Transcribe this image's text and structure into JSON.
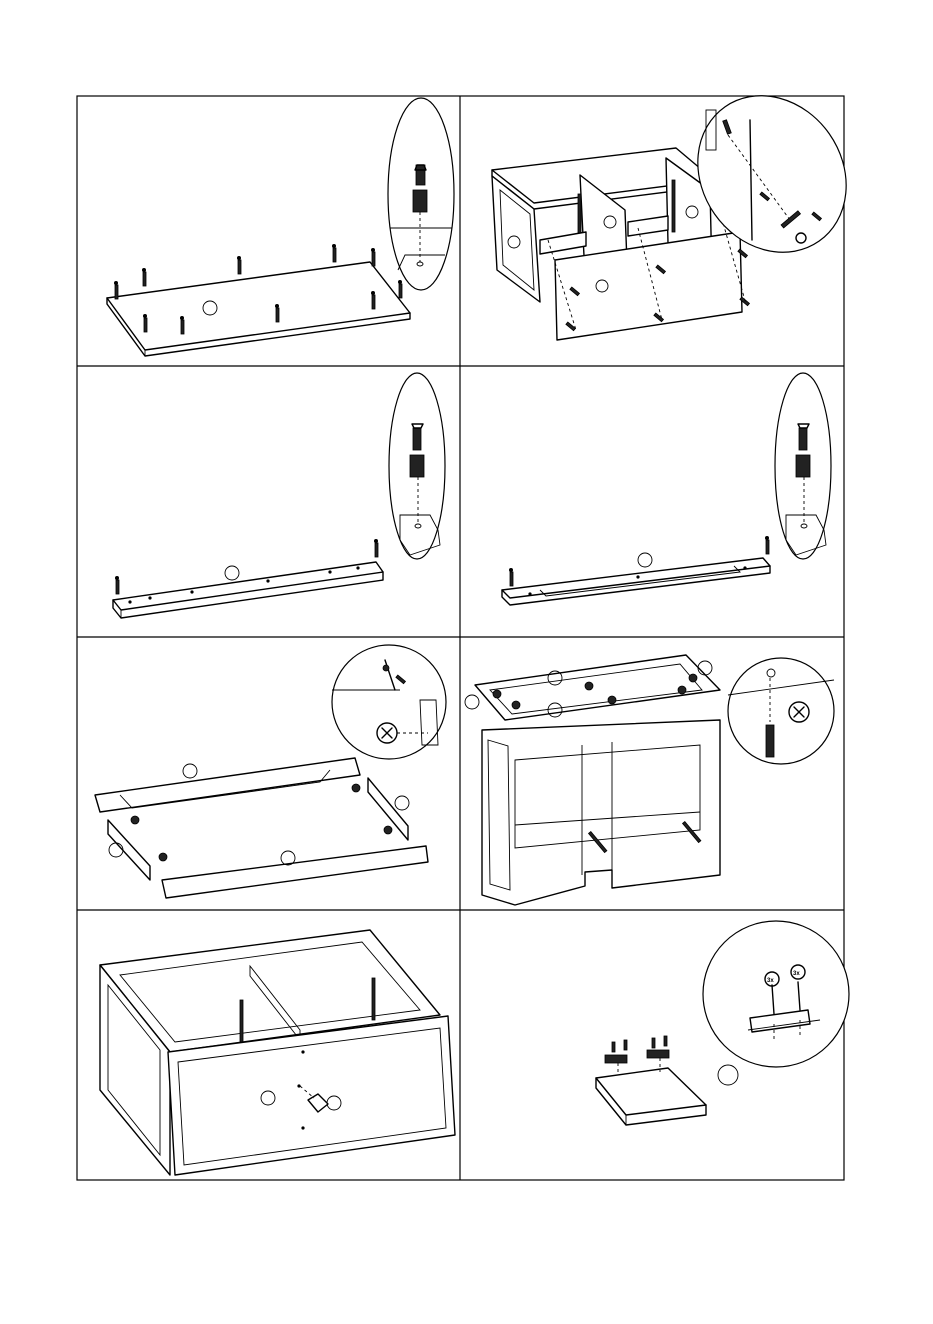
{
  "document": {
    "type": "assembly-instructions-page",
    "steps": [
      {
        "id": "step-top-panel-cams",
        "callout": "cam-bolt-detail",
        "part_label": ""
      },
      {
        "id": "step-carcass-back-panel",
        "callout": "screw-detail",
        "part_label": ""
      },
      {
        "id": "step-rail-a-cams",
        "callout": "cam-bolt-detail",
        "part_label": ""
      },
      {
        "id": "step-rail-b-cams",
        "callout": "cam-bolt-detail",
        "part_label": ""
      },
      {
        "id": "step-drawer-frame-cam-locks",
        "callout": "cam-lock-detail",
        "part_label": ""
      },
      {
        "id": "step-attach-frame-to-carcass",
        "callout": "cam-lock-detail",
        "part_label": ""
      },
      {
        "id": "step-front-panel-knob",
        "callout": "",
        "part_label": ""
      },
      {
        "id": "step-shelf-supports",
        "callout": "screw-bracket-detail",
        "part_label": ""
      }
    ],
    "screw_markings": [
      "3x",
      "3x"
    ]
  }
}
